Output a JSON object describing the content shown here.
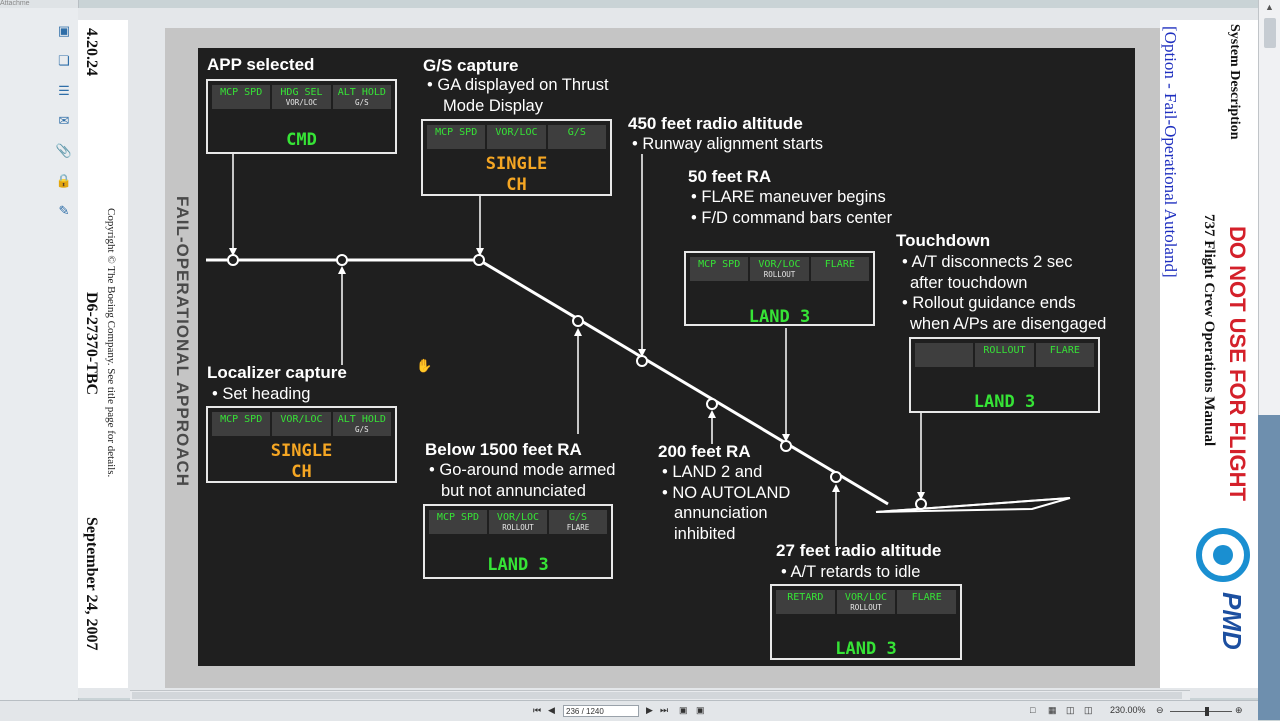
{
  "toolbar": {
    "top_label": "Attachme"
  },
  "left_margin": {
    "rev": "4.20.24",
    "copyright": "Copyright © The Boeing Company. See title page for details.",
    "doc": "D6-27370-TBC",
    "date": "September 24, 2007"
  },
  "right_margin": {
    "system_desc": "System Description",
    "manual": "737 Flight Crew Operations Manual",
    "option": "[Option - Fail-Operational Autoland]",
    "stamp": "DO NOT USE FOR FLIGHT",
    "logo": "PMD"
  },
  "diagram": {
    "vertical_label": "FAIL-OPERATIONAL APPROACH",
    "app_selected": {
      "title": "APP selected"
    },
    "gs_capture": {
      "title": "G/S capture",
      "b1": "• GA displayed on Thrust",
      "b2": "Mode Display"
    },
    "ra450": {
      "title": "450 feet radio altitude",
      "b1": "• Runway alignment starts"
    },
    "ra50": {
      "title": "50 feet RA",
      "b1": "• FLARE maneuver begins",
      "b2": "• F/D command bars center"
    },
    "touchdown": {
      "title": "Touchdown",
      "b1": "• A/T disconnects 2 sec",
      "b2": "after touchdown",
      "b3": "• Rollout guidance ends",
      "b4": "when A/Ps are disengaged"
    },
    "loc_capture": {
      "title": "Localizer capture",
      "b1": "• Set heading"
    },
    "below1500": {
      "title": "Below 1500 feet RA",
      "b1": "• Go-around mode armed",
      "b2": "but not annunciated"
    },
    "ra200": {
      "title": "200 feet RA",
      "b1": "• LAND 2 and",
      "b2": "• NO AUTOLAND",
      "b3": "annunciation",
      "b4": "inhibited"
    },
    "ra27": {
      "title": "27 feet radio altitude",
      "b1": "• A/T retards to idle"
    }
  },
  "fma": {
    "app": {
      "c1": "MCP SPD",
      "c2": "HDG SEL",
      "c2b": "VOR/LOC",
      "c3": "ALT HOLD",
      "c3b": "G/S",
      "status": "CMD"
    },
    "gs": {
      "c1": "MCP SPD",
      "c2": "VOR/LOC",
      "c3": "G/S",
      "s1": "SINGLE",
      "s2": "CH"
    },
    "loc": {
      "c1": "MCP SPD",
      "c2": "VOR/LOC",
      "c3": "ALT HOLD",
      "c3b": "G/S",
      "s1": "SINGLE",
      "s2": "CH"
    },
    "b1500": {
      "c1": "MCP SPD",
      "c2": "VOR/LOC",
      "c2b": "ROLLOUT",
      "c3": "G/S",
      "c3b": "FLARE",
      "status": "LAND 3"
    },
    "ra50": {
      "c1": "MCP SPD",
      "c2": "VOR/LOC",
      "c2b": "ROLLOUT",
      "c3": "FLARE",
      "status": "LAND 3"
    },
    "td": {
      "c1": "",
      "c2": "ROLLOUT",
      "c3": "FLARE",
      "status": "LAND 3"
    },
    "ra27": {
      "c1": "RETARD",
      "c2": "VOR/LOC",
      "c2b": "ROLLOUT",
      "c3": "FLARE",
      "status": "LAND 3"
    }
  },
  "statusbar": {
    "page": "236 / 1240",
    "zoom": "230.00%"
  }
}
